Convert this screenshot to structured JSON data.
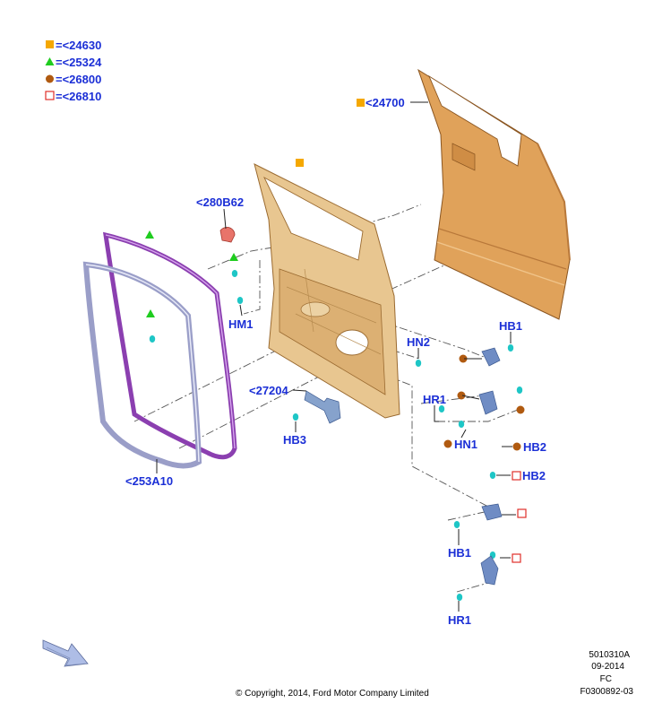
{
  "legend": [
    {
      "symbol": "orange-square",
      "text": "=<24630"
    },
    {
      "symbol": "green-triangle",
      "text": "=<25324"
    },
    {
      "symbol": "brown-circle",
      "text": "=<26800"
    },
    {
      "symbol": "red-open-square",
      "text": "=<26810"
    }
  ],
  "labels": {
    "outer_panel": "<24700",
    "handle_bracket": "<280B62",
    "hm1": "HM1",
    "seal": "<253A10",
    "check_arm": "<27204",
    "hb3": "HB3",
    "hn2": "HN2",
    "hb1_top": "HB1",
    "hr1_top": "HR1",
    "hn1": "HN1",
    "hb2_top": "HB2",
    "hb2_lower": "HB2",
    "hb1_lower": "HB1",
    "hr1_lower": "HR1"
  },
  "footer": {
    "code": "5010310A",
    "date": "09-2014",
    "region": "FC",
    "ref": "F0300892-03",
    "copyright": "© Copyright, 2014, Ford Motor Company Limited"
  },
  "colors": {
    "label": "#1b2fd6",
    "orange": "#f5a800",
    "green": "#1fcc1f",
    "brown": "#b05a10",
    "red": "#e0302a",
    "panel": "#e0a25a",
    "inner": "#e8c690",
    "seal_purple": "#8b3fb0",
    "seal_grey": "#9a9ec8",
    "clip": "#1ec6c6",
    "hinge": "#6f8cc4"
  },
  "icons": [
    "orange-square",
    "green-triangle",
    "brown-circle",
    "red-open-square",
    "direction-arrow"
  ]
}
